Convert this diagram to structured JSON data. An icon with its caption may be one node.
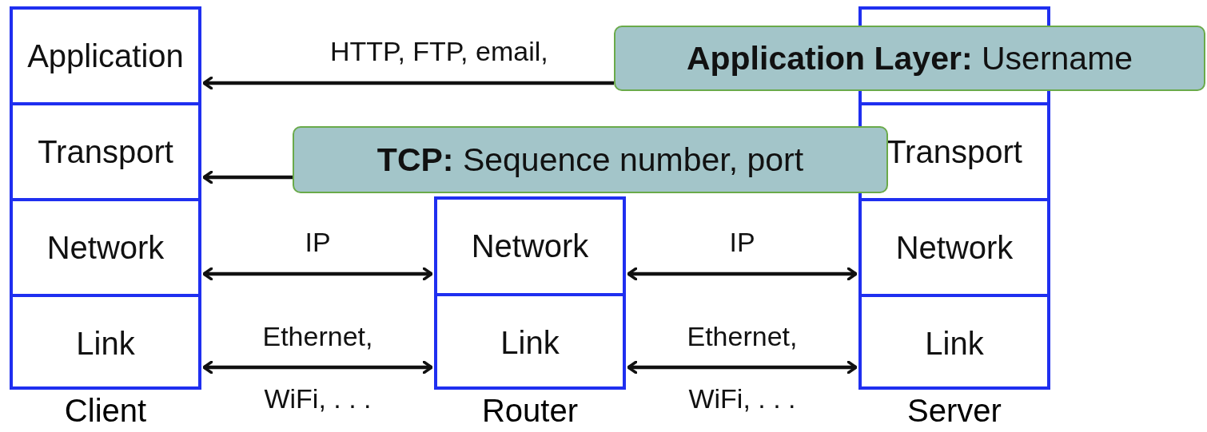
{
  "diagram": {
    "nodes": [
      {
        "text": [
          "Client"
        ]
      },
      {
        "text": [
          "Application"
        ],
        "in": 0
      },
      {
        "text": [
          "Transport"
        ],
        "in": 0
      },
      {
        "text": [
          "Network"
        ],
        "in": 0
      },
      {
        "text": [
          "Link"
        ],
        "in": 0
      },
      {
        "text": [
          "Router"
        ]
      },
      {
        "text": [
          "Network"
        ],
        "in": 5
      },
      {
        "text": [
          "Link"
        ],
        "in": 5
      },
      {
        "text": [
          "Server"
        ]
      },
      {
        "text": [
          "Transport"
        ],
        "in": 8
      },
      {
        "text": [
          "Network"
        ],
        "in": 8
      },
      {
        "text": [
          "Link"
        ],
        "in": 8
      },
      {
        "text": [
          "**Application Layer:** Username"
        ]
      },
      {
        "text": [
          "**TCP:** Sequence number, port"
        ]
      }
    ],
    "edges": [
      {
        "from": 12,
        "to": 1,
        "arrow": "to",
        "label": "HTTP, FTP, email,"
      },
      {
        "from": 13,
        "to": 2,
        "arrow": "to"
      },
      {
        "from": 3,
        "to": 6,
        "arrow": "both",
        "label": "IP"
      },
      {
        "from": 6,
        "to": 10,
        "arrow": "both",
        "label": "IP"
      },
      {
        "from": 4,
        "to": 7,
        "arrow": "both",
        "label": "Ethernet, WiFi, . . ."
      },
      {
        "from": 7,
        "to": 11,
        "arrow": "both",
        "label": "Ethernet, WiFi, . . ."
      }
    ]
  }
}
